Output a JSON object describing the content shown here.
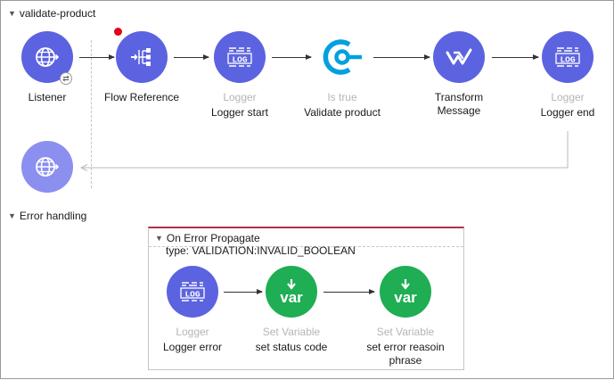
{
  "flow": {
    "title": "validate-product",
    "nodes": [
      {
        "type": "",
        "name": "Listener"
      },
      {
        "type": "",
        "name": "Flow Reference"
      },
      {
        "type": "Logger",
        "name": "Logger start"
      },
      {
        "type": "Is true",
        "name": "Validate product"
      },
      {
        "type": "",
        "name": "Transform Message"
      },
      {
        "type": "Logger",
        "name": "Logger end"
      }
    ]
  },
  "error_handling": {
    "title": "Error handling",
    "propagate": {
      "title": "On Error Propagate",
      "type": "type: VALIDATION:INVALID_BOOLEAN",
      "nodes": [
        {
          "type": "Logger",
          "name": "Logger error"
        },
        {
          "type": "Set Variable",
          "name": "set status code"
        },
        {
          "type": "Set Variable",
          "name": "set error reasoin phrase"
        }
      ]
    }
  },
  "icons": {
    "log": "LOG",
    "var": "var",
    "var_arrow": "🡓"
  },
  "colors": {
    "processor_purple": "#5c63e0",
    "variable_green": "#1fae53",
    "validation_blue": "#00a1df",
    "breakpoint_red": "#e3001b",
    "error_border": "#b0304d"
  }
}
